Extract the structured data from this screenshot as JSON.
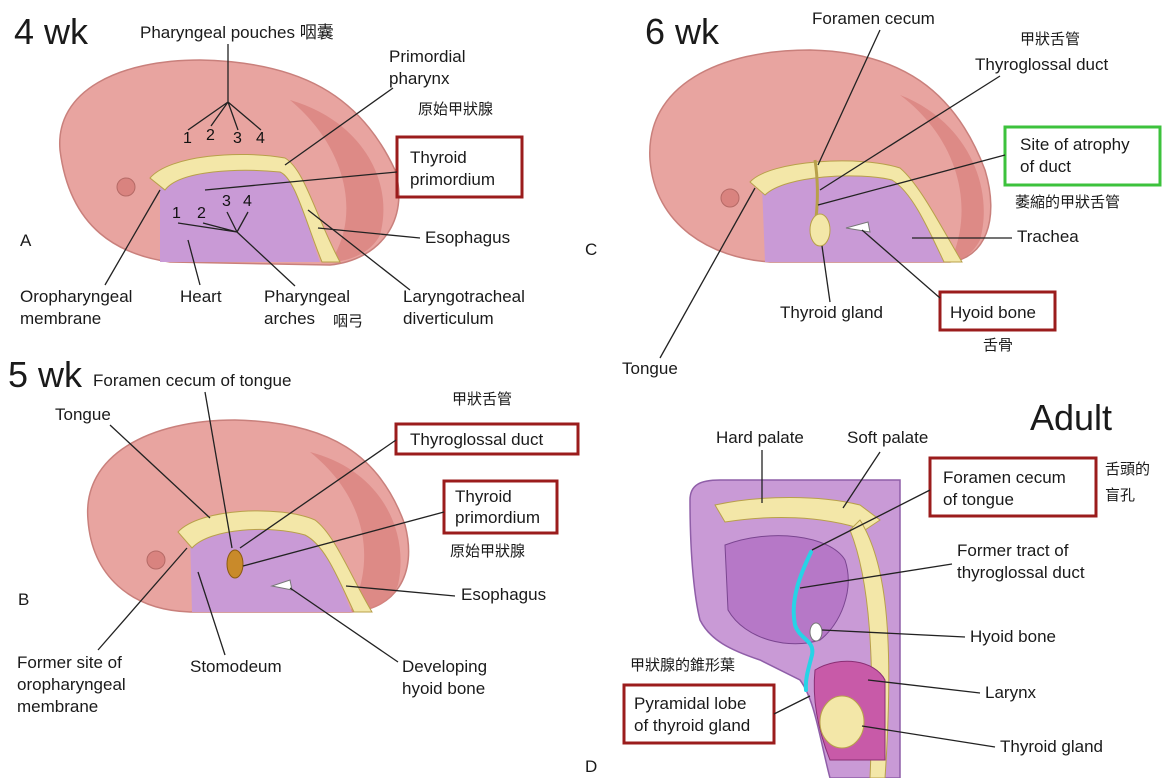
{
  "panels": {
    "a": {
      "stage": "4 wk",
      "letter": "A",
      "labels": {
        "pouches": "Pharyngeal pouches 咽囊",
        "primordial_line1": "Primordial",
        "primordial_line2": "pharynx",
        "primordial_zh": "原始甲狀腺",
        "thyroid_line1": "Thyroid",
        "thyroid_line2": "primordium",
        "esophagus": "Esophagus",
        "oro_line1": "Oropharyngeal",
        "oro_line2": "membrane",
        "heart": "Heart",
        "arches_line1": "Pharyngeal",
        "arches_line2": "arches",
        "arches_zh": "咽弓",
        "laryngo_line1": "Laryngotracheal",
        "laryngo_line2": "diverticulum"
      },
      "pouch_numbers": [
        "1",
        "2",
        "3",
        "4"
      ],
      "arch_numbers": [
        "1",
        "2",
        "3",
        "4"
      ]
    },
    "b": {
      "stage": "5 wk",
      "letter": "B",
      "labels": {
        "foramen": "Foramen cecum of tongue",
        "tongue": "Tongue",
        "duct_zh": "甲狀舌管",
        "duct": "Thyroglossal duct",
        "thyroid_line1": "Thyroid",
        "thyroid_line2": "primordium",
        "thyroid_zh": "原始甲狀腺",
        "esophagus": "Esophagus",
        "former_line1": "Former site of",
        "former_line2": "oropharyngeal",
        "former_line3": "membrane",
        "stomodeum": "Stomodeum",
        "hyoid_line1": "Developing",
        "hyoid_line2": "hyoid bone"
      }
    },
    "c": {
      "stage": "6 wk",
      "letter": "C",
      "labels": {
        "foramen": "Foramen cecum",
        "duct_zh": "甲狀舌管",
        "duct": "Thyroglossal duct",
        "atrophy_line1": "Site of atrophy",
        "atrophy_line2": "of duct",
        "atrophy_zh": "萎縮的甲狀舌管",
        "trachea": "Trachea",
        "thyroid_gland": "Thyroid gland",
        "hyoid": "Hyoid bone",
        "hyoid_zh": "舌骨",
        "tongue": "Tongue"
      }
    },
    "d": {
      "stage": "Adult",
      "letter": "D",
      "labels": {
        "hard_palate": "Hard palate",
        "soft_palate": "Soft palate",
        "foramen_line1": "Foramen cecum",
        "foramen_line2": "of tongue",
        "foramen_zh_line1": "舌頭的",
        "foramen_zh_line2": "盲孔",
        "former_line1": "Former tract of",
        "former_line2": "thyroglossal duct",
        "hyoid": "Hyoid bone",
        "larynx": "Larynx",
        "thyroid_gland": "Thyroid gland",
        "pyramidal_zh": "甲狀腺的錐形葉",
        "pyramidal_line1": "Pyramidal lobe",
        "pyramidal_line2": "of thyroid gland"
      }
    }
  },
  "colors": {
    "highlight_box": "#9b1c1c",
    "atrophy_box": "#3cc23c",
    "duct_tract": "#27d3e6",
    "embryo_pink": "#e8a4a0",
    "embryo_dark": "#d9837f",
    "pharynx_purple": "#c99ad6",
    "endoderm_yellow": "#f3e7a8"
  }
}
